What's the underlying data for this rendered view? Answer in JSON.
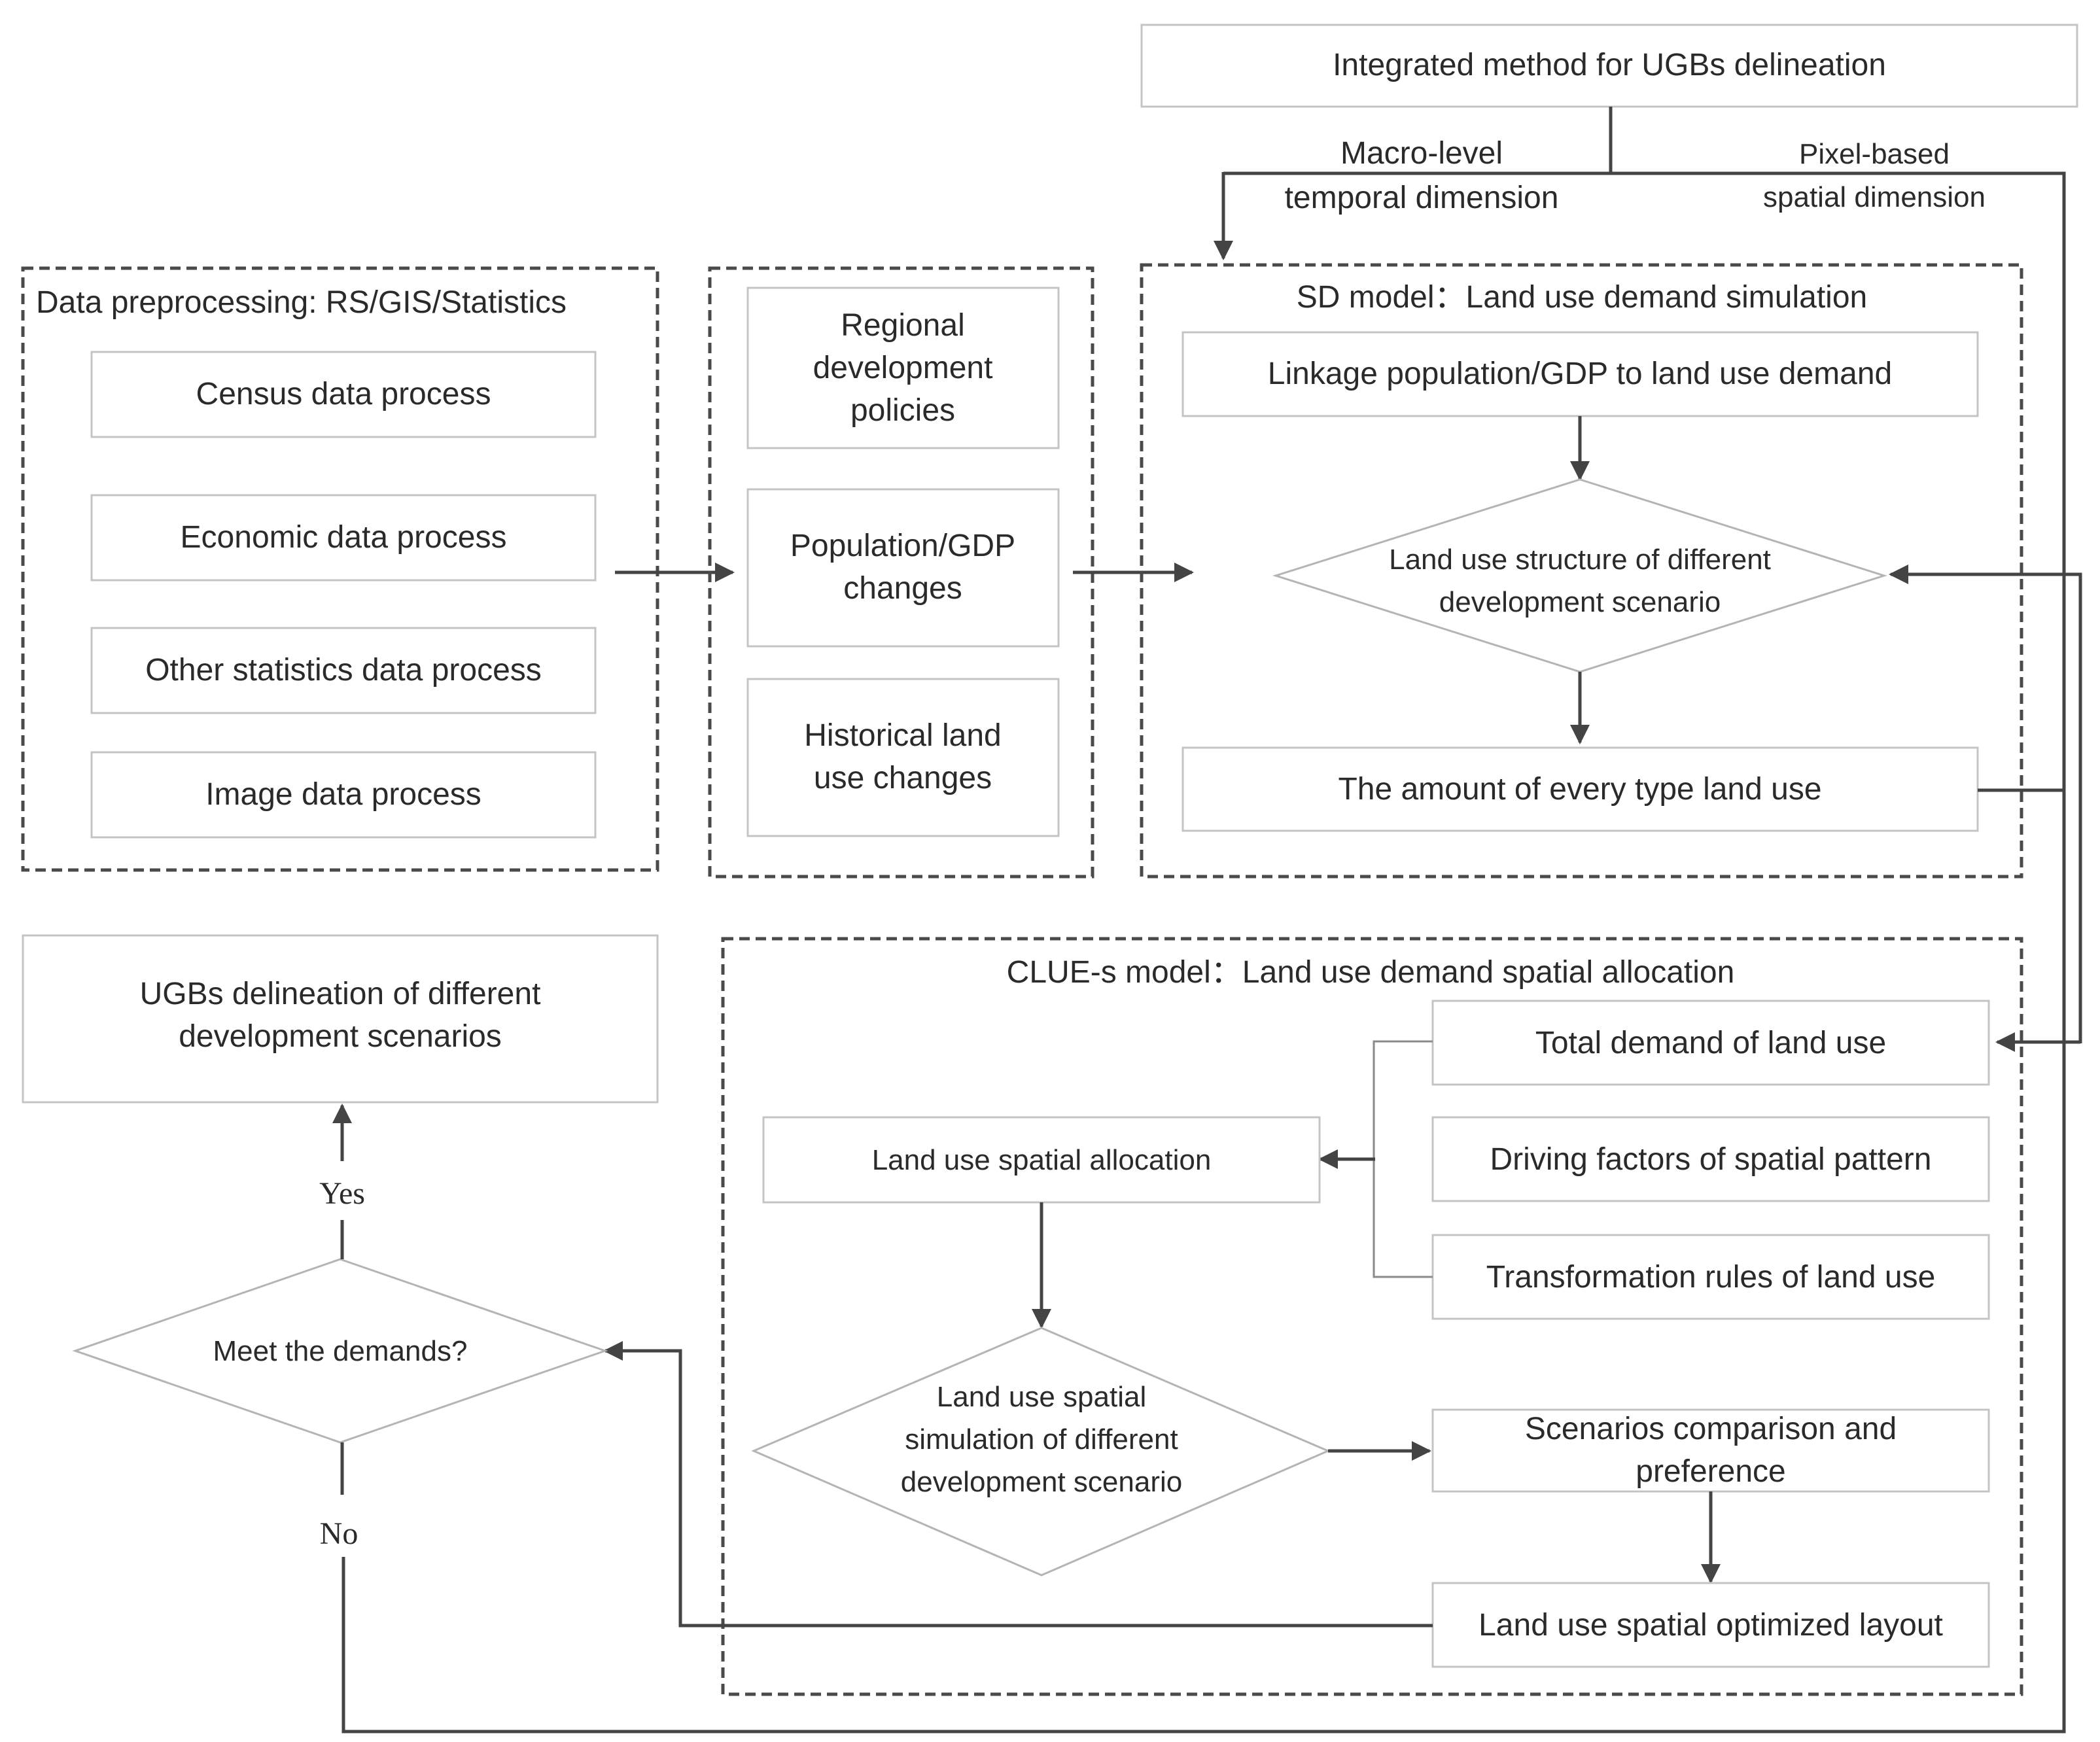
{
  "top_box": {
    "label": "Integrated method for UGBs delineation"
  },
  "branch_labels": {
    "temporal": [
      "Macro-level",
      "temporal dimension"
    ],
    "spatial": [
      "Pixel-based",
      "spatial dimension"
    ]
  },
  "data_group": {
    "title": "Data preprocessing: RS/GIS/Statistics",
    "items": [
      "Census data process",
      "Economic data process",
      "Other statistics data process",
      "Image data process"
    ]
  },
  "driver_group": {
    "items": [
      [
        "Regional",
        "development",
        "policies"
      ],
      [
        "Population/GDP",
        "changes"
      ],
      [
        "Historical land",
        "use changes"
      ]
    ]
  },
  "sd_model": {
    "title": "SD model：Land use demand simulation",
    "linkage": "Linkage population/GDP to land use demand",
    "structure": [
      "Land use structure of different",
      "development scenario"
    ],
    "amount": "The amount of every type land use"
  },
  "clue_model": {
    "title": "CLUE-s model：Land use demand spatial allocation",
    "total_demand": "Total demand of land use",
    "driving_factors": "Driving factors of spatial pattern",
    "transformation_rules": "Transformation rules of land use",
    "allocation": "Land use spatial allocation",
    "simulation": [
      "Land use spatial",
      "simulation of different",
      "development scenario"
    ],
    "comparison": [
      "Scenarios comparison and",
      "preference"
    ],
    "layout": "Land use spatial optimized layout"
  },
  "outcome": {
    "ugb": [
      "UGBs delineation of different",
      "development scenarios"
    ],
    "decision": "Meet the demands?",
    "yes": "Yes",
    "no": "No"
  }
}
